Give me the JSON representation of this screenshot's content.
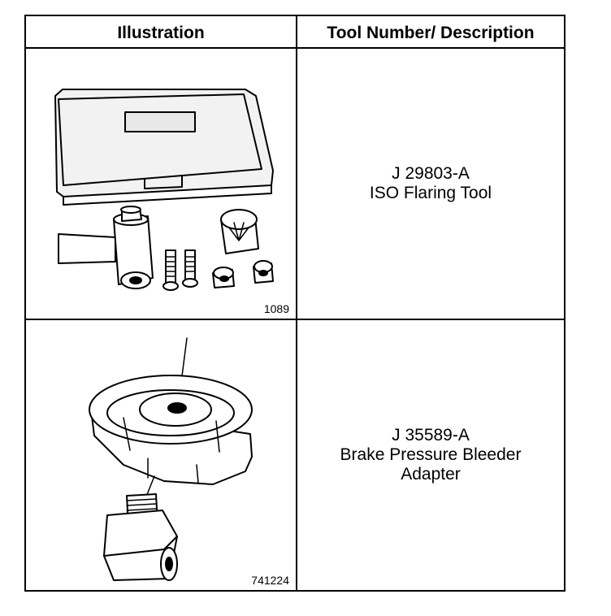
{
  "table": {
    "headers": {
      "illustration": "Illustration",
      "tool": "Tool Number/ Description"
    },
    "rows": [
      {
        "ref": "1089",
        "number": "J 29803-A",
        "description_lines": [
          "ISO Flaring Tool"
        ]
      },
      {
        "ref": "741224",
        "number": "J 35589-A",
        "description_lines": [
          "Brake Pressure Bleeder",
          "Adapter"
        ]
      }
    ]
  }
}
